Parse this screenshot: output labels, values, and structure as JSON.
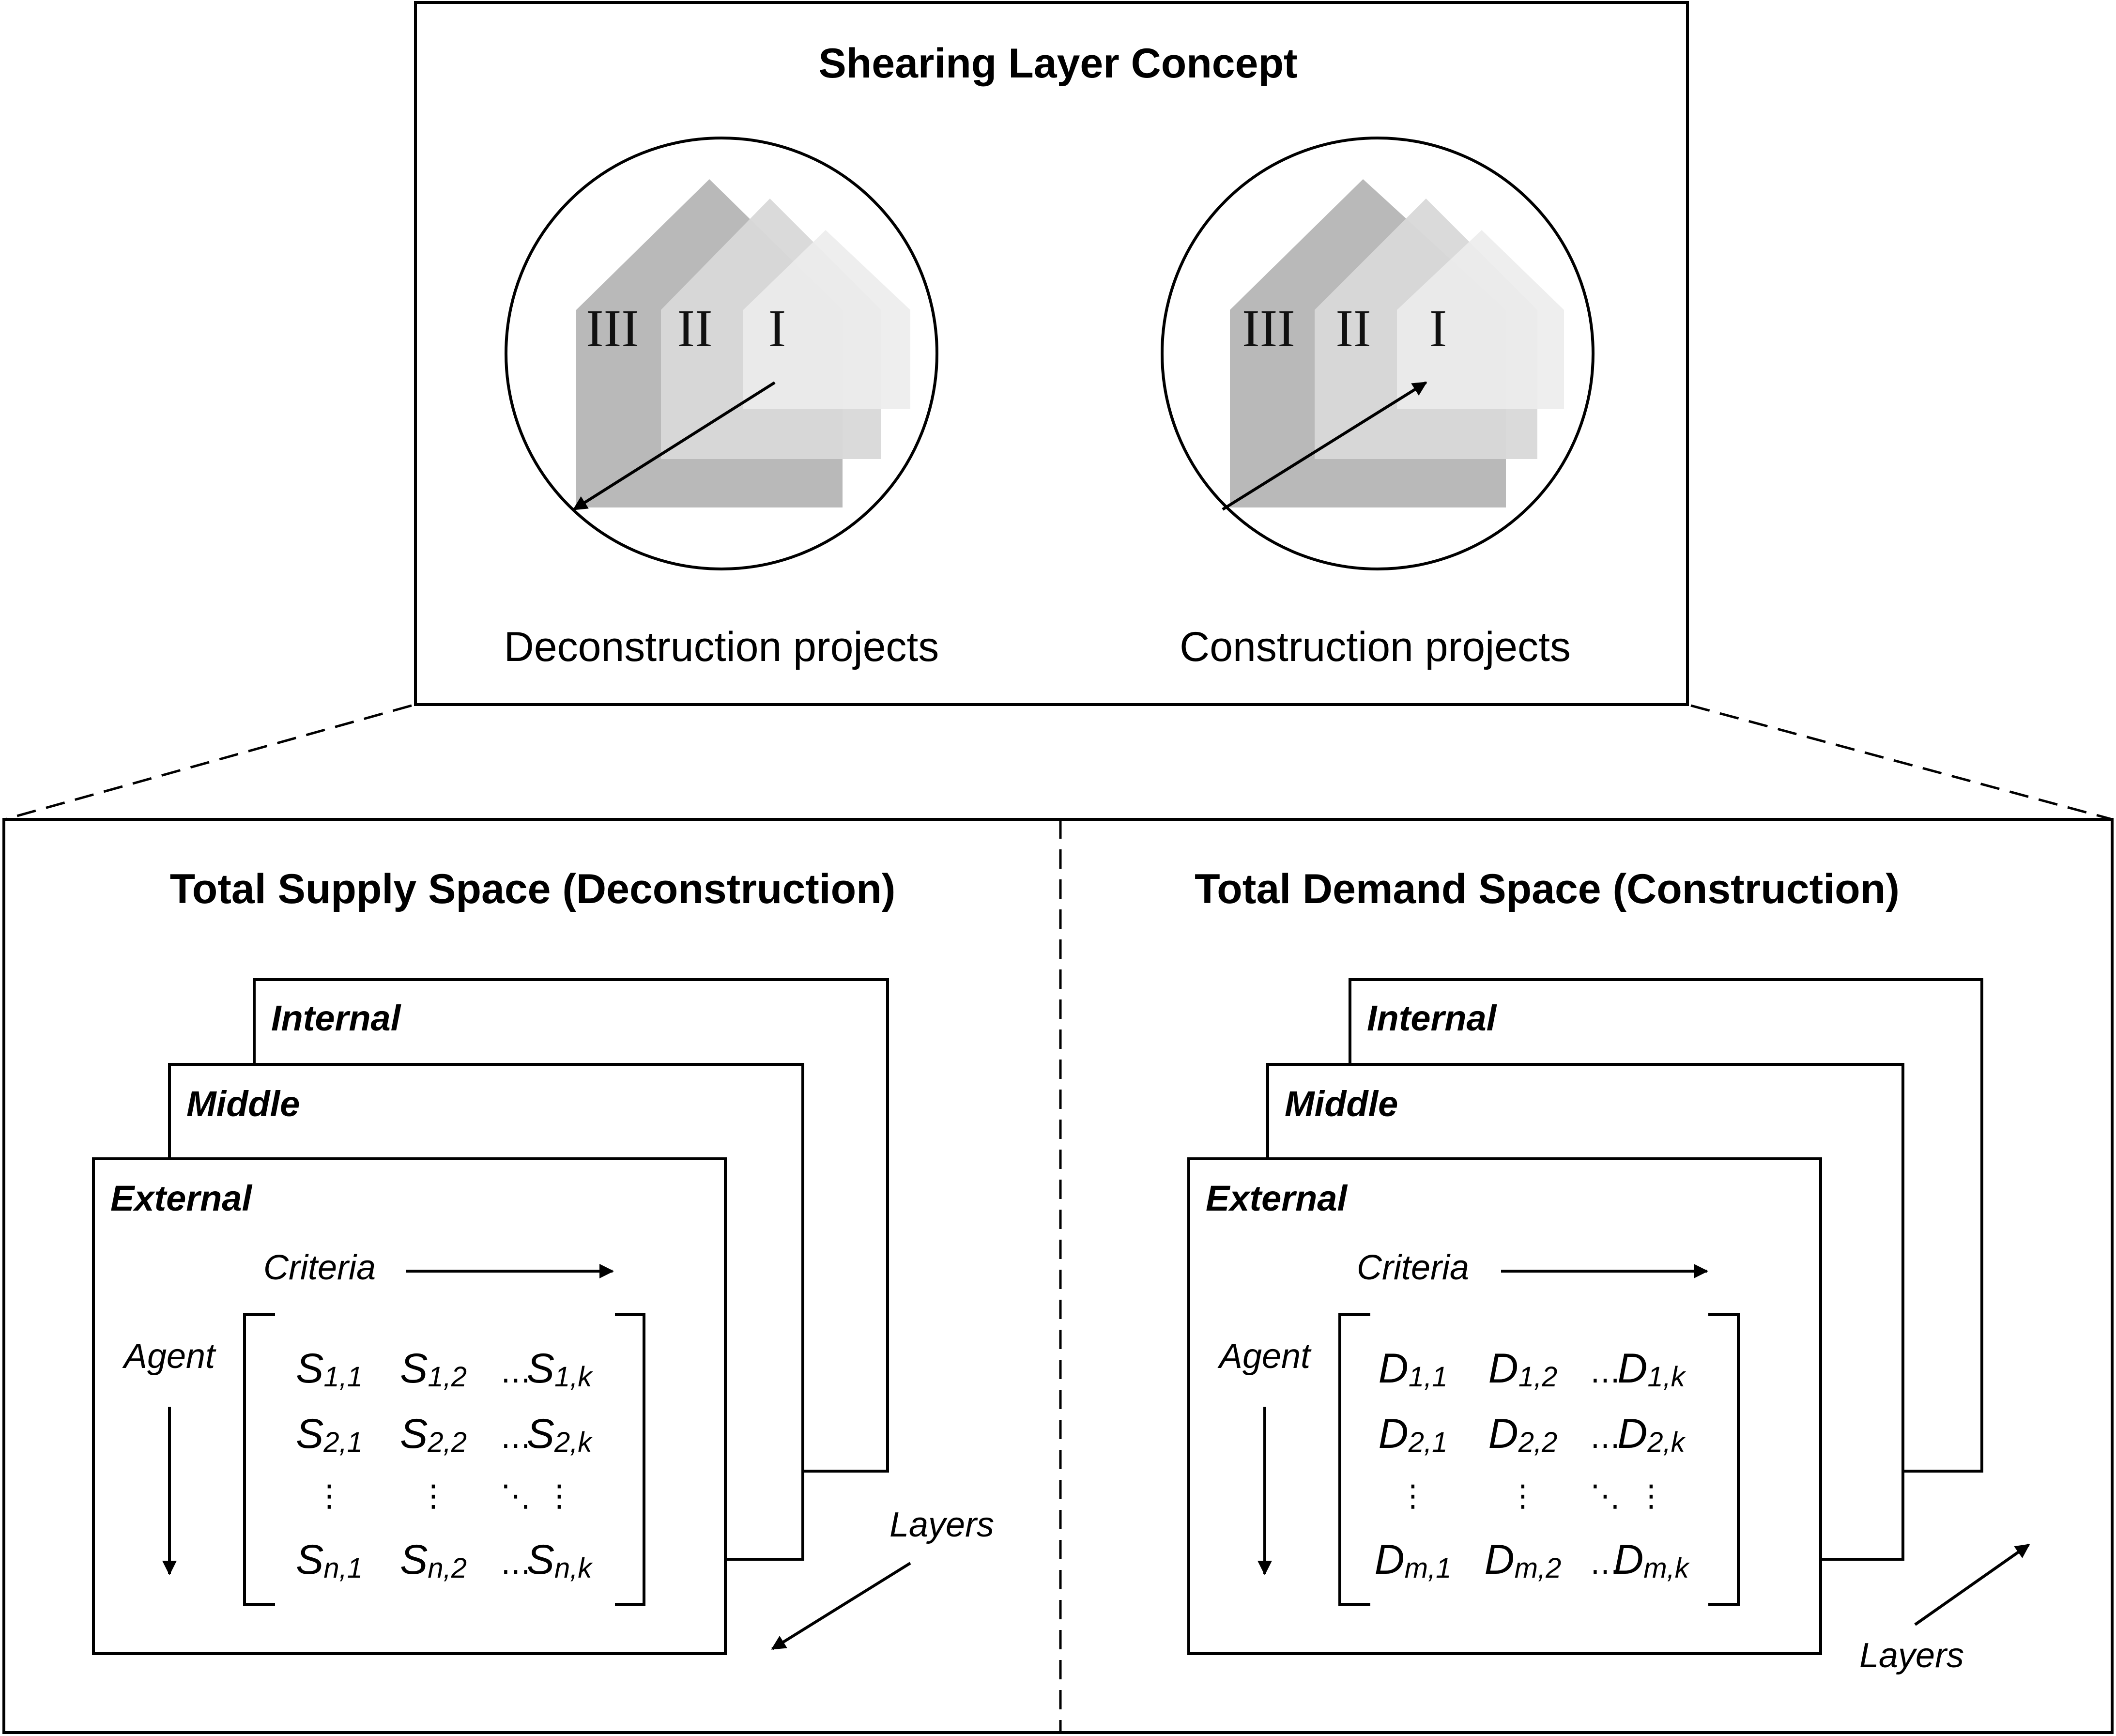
{
  "top": {
    "title": "Shearing Layer Concept",
    "layers_roman": [
      "III",
      "II",
      "I"
    ],
    "left_caption": "Deconstruction projects",
    "right_caption": "Construction projects",
    "house_colors": [
      "#b9b9b9",
      "#d8d8d8",
      "#ececec"
    ]
  },
  "supply": {
    "title": "Total Supply Space (Deconstruction)",
    "layers": [
      "Internal",
      "Middle",
      "External"
    ],
    "criteria_label": "Criteria",
    "agent_label": "Agent",
    "layers_label": "Layers",
    "symbol": "S",
    "rows": [
      [
        {
          "s": "S",
          "sub": "1,1"
        },
        {
          "s": "S",
          "sub": "1,2"
        },
        {
          "s": "…",
          "sub": ""
        },
        {
          "s": "S",
          "sub": "1,k"
        }
      ],
      [
        {
          "s": "S",
          "sub": "2,1"
        },
        {
          "s": "S",
          "sub": "2,2"
        },
        {
          "s": "…",
          "sub": ""
        },
        {
          "s": "S",
          "sub": "2,k"
        }
      ],
      [
        {
          "s": "⋮",
          "sub": ""
        },
        {
          "s": "⋮",
          "sub": ""
        },
        {
          "s": "⋱",
          "sub": ""
        },
        {
          "s": "⋮",
          "sub": ""
        }
      ],
      [
        {
          "s": "S",
          "sub": "n,1"
        },
        {
          "s": "S",
          "sub": "n,2"
        },
        {
          "s": "…",
          "sub": ""
        },
        {
          "s": "S",
          "sub": "n,k"
        }
      ]
    ]
  },
  "demand": {
    "title": "Total Demand Space (Construction)",
    "layers": [
      "Internal",
      "Middle",
      "External"
    ],
    "criteria_label": "Criteria",
    "agent_label": "Agent",
    "layers_label": "Layers",
    "symbol": "D",
    "rows": [
      [
        {
          "s": "D",
          "sub": "1,1"
        },
        {
          "s": "D",
          "sub": "1,2"
        },
        {
          "s": "…",
          "sub": ""
        },
        {
          "s": "D",
          "sub": "1,k"
        }
      ],
      [
        {
          "s": "D",
          "sub": "2,1"
        },
        {
          "s": "D",
          "sub": "2,2"
        },
        {
          "s": "…",
          "sub": ""
        },
        {
          "s": "D",
          "sub": "2,k"
        }
      ],
      [
        {
          "s": "⋮",
          "sub": ""
        },
        {
          "s": "⋮",
          "sub": ""
        },
        {
          "s": "⋱",
          "sub": ""
        },
        {
          "s": "⋮",
          "sub": ""
        }
      ],
      [
        {
          "s": "D",
          "sub": "m,1"
        },
        {
          "s": "D",
          "sub": "m,2"
        },
        {
          "s": "…",
          "sub": ""
        },
        {
          "s": "D",
          "sub": "m,k"
        }
      ]
    ]
  }
}
